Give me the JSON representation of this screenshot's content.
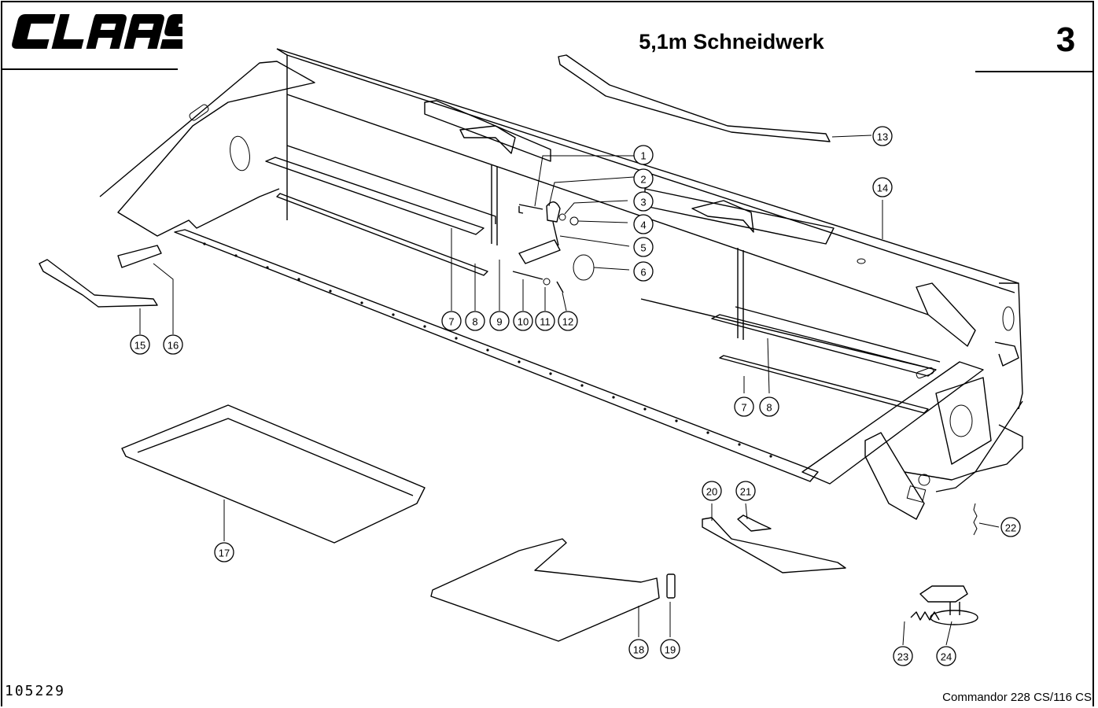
{
  "header": {
    "logo_text": "CLAAS",
    "title": "5,1m Schneidwerk",
    "section_number": "3"
  },
  "footer": {
    "drawing_number": "105229",
    "model": "Commandor  228 CS/116 CS"
  },
  "parts": [
    {
      "label": "1"
    },
    {
      "label": "2"
    },
    {
      "label": "3"
    },
    {
      "label": "4"
    },
    {
      "label": "5"
    },
    {
      "label": "6"
    },
    {
      "label": "7"
    },
    {
      "label": "8"
    },
    {
      "label": "9"
    },
    {
      "label": "10"
    },
    {
      "label": "11"
    },
    {
      "label": "12"
    },
    {
      "label": "13"
    },
    {
      "label": "14"
    },
    {
      "label": "15"
    },
    {
      "label": "16"
    },
    {
      "label": "7"
    },
    {
      "label": "8"
    },
    {
      "label": "17"
    },
    {
      "label": "18"
    },
    {
      "label": "19"
    },
    {
      "label": "20"
    },
    {
      "label": "21"
    },
    {
      "label": "22"
    },
    {
      "label": "23"
    },
    {
      "label": "24"
    }
  ]
}
